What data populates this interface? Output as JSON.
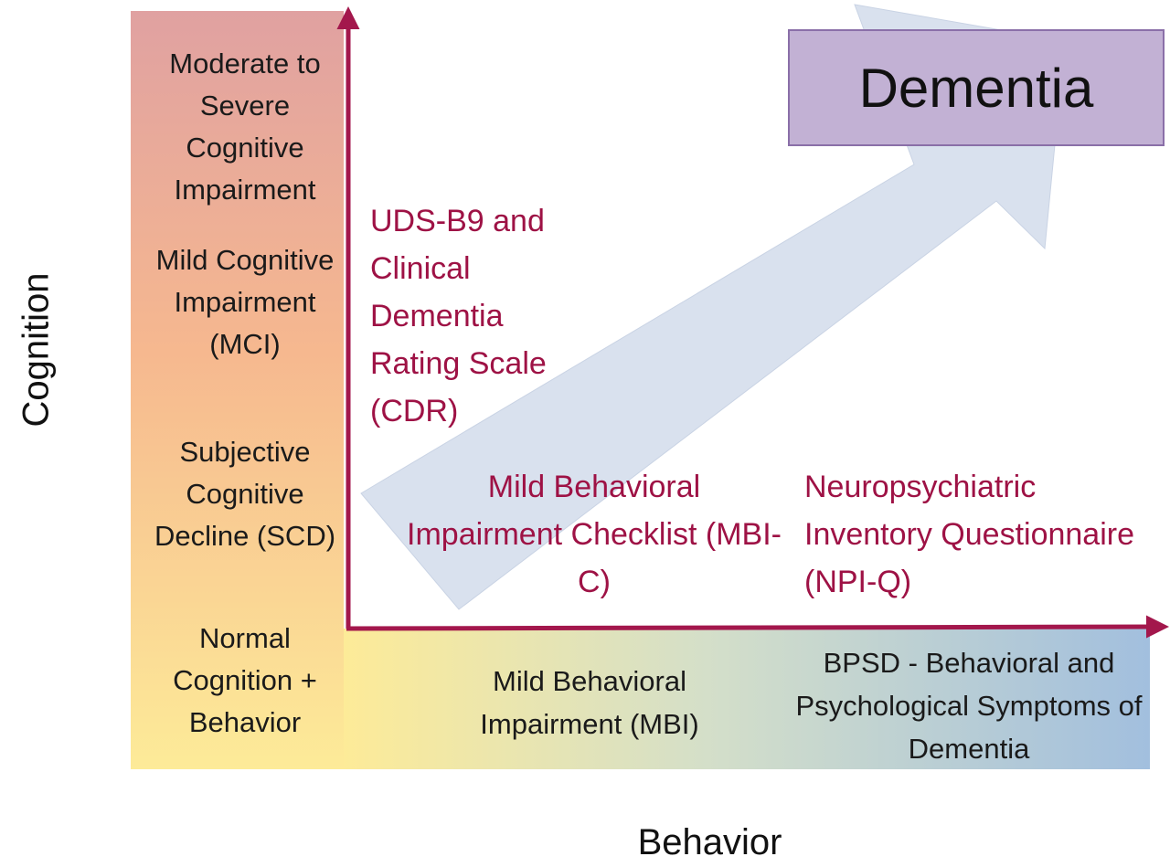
{
  "axes": {
    "y_label": "Cognition",
    "x_label": "Behavior"
  },
  "cognition_levels": [
    "Moderate to Severe Cognitive Impairment",
    "Mild Cognitive Impairment (MCI)",
    "Subjective Cognitive Decline (SCD)",
    "Normal Cognition + Behavior"
  ],
  "behavior_levels": [
    "Mild Behavioral Impairment (MBI)",
    "BPSD - Behavioral and Psychological Symptoms of Dementia"
  ],
  "outcome": "Dementia",
  "assessment_tools": [
    "UDS-B9 and Clinical Dementia Rating Scale (CDR)",
    "Mild Behavioral Impairment Checklist (MBI-C)",
    "Neuropsychiatric Inventory Questionnaire (NPI-Q)"
  ],
  "colors": {
    "axis": "#a3174c",
    "tool_text": "#9e1245",
    "arrow_fill": "#d9e1ee",
    "dementia_fill": "#c2b1d4"
  }
}
